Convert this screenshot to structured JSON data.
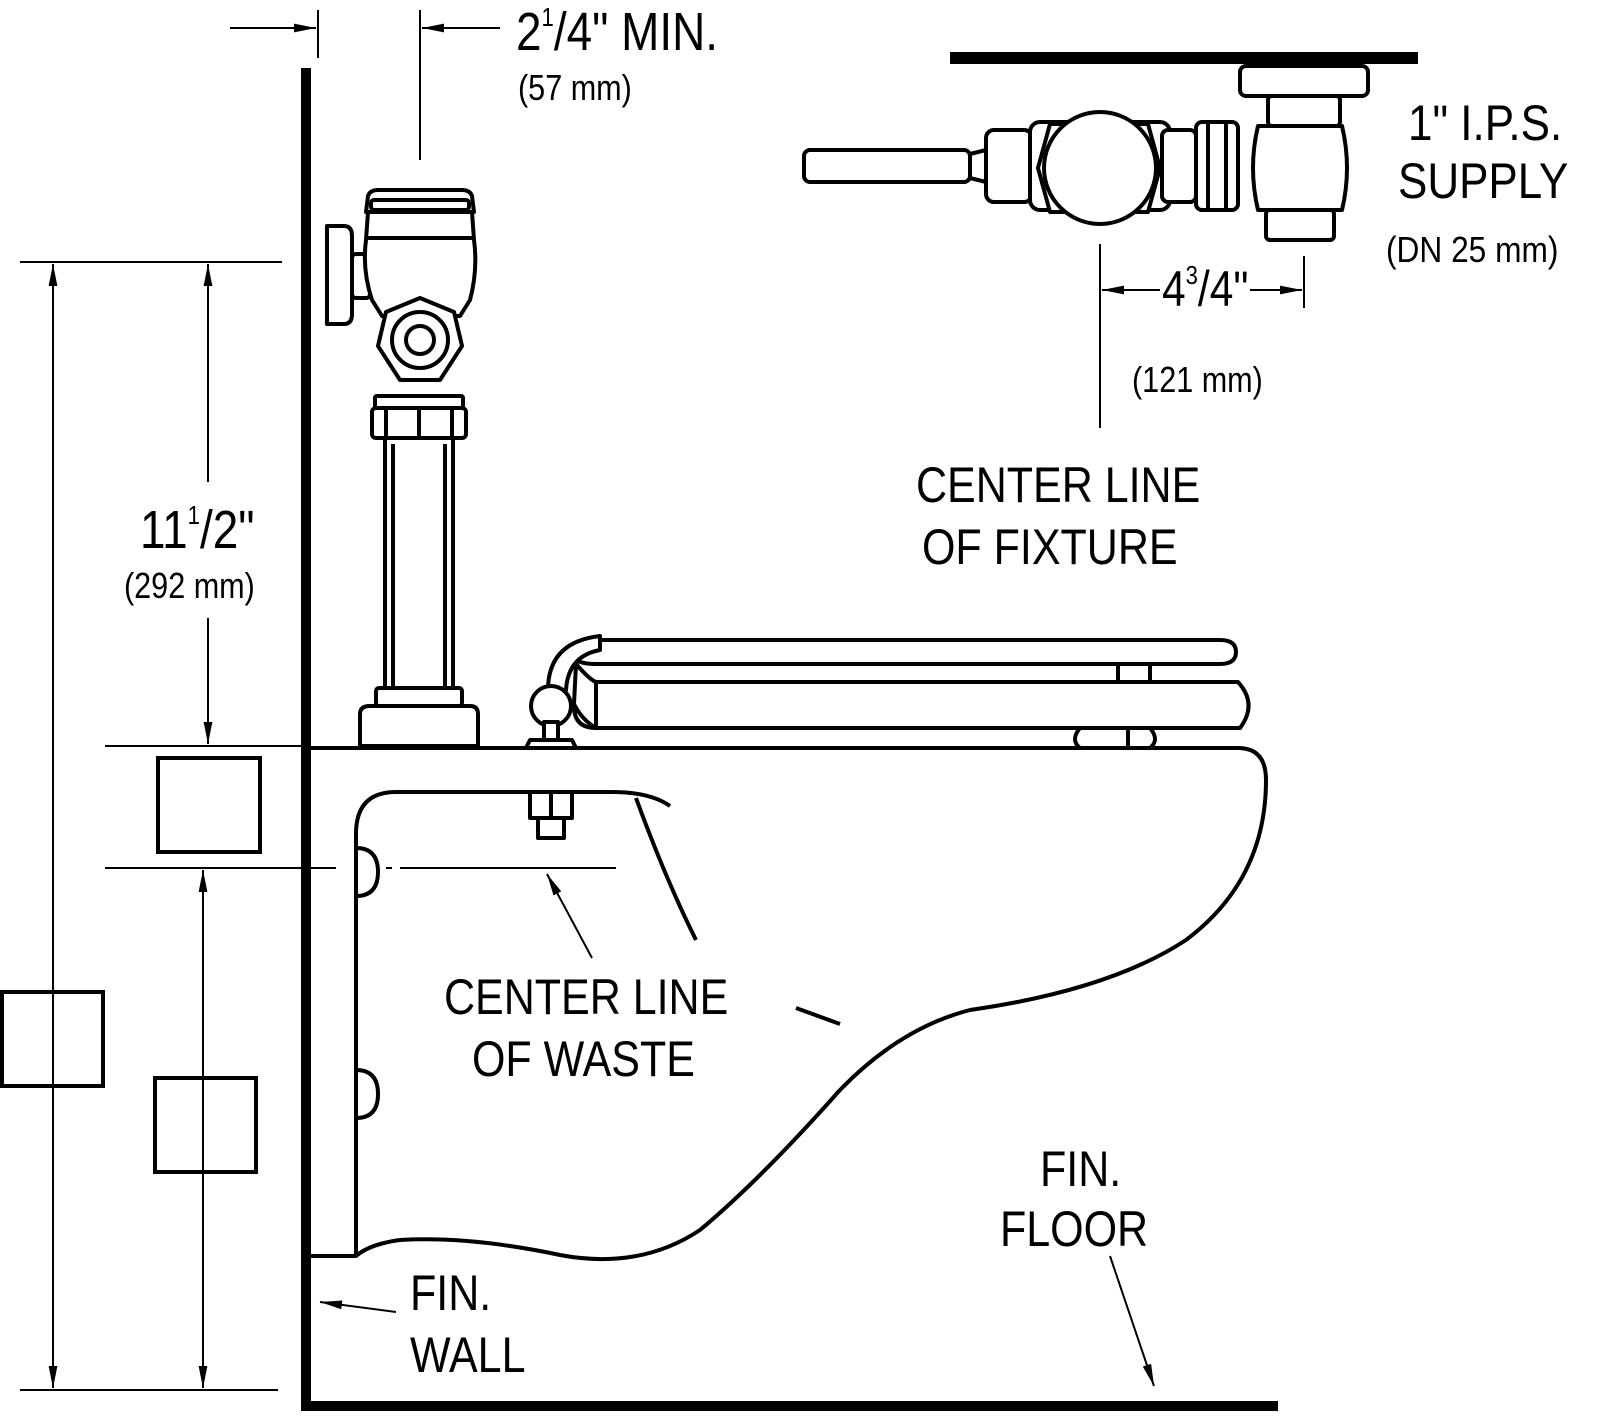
{
  "colors": {
    "ink": "#000000",
    "paper": "#ffffff"
  },
  "dimensions": {
    "wall_clearance": {
      "whole": "2",
      "num": "1",
      "den": "4",
      "suffix": "\" MIN.",
      "metric": "(57 mm)"
    },
    "supply_height": {
      "whole": "11",
      "num": "1",
      "den": "2",
      "suffix": "\"",
      "metric": "(292 mm)"
    },
    "supply_offset": {
      "whole": "4",
      "num": "3",
      "den": "4",
      "suffix": "\"",
      "metric": "(121 mm)"
    }
  },
  "labels": {
    "supply_line1": "1\"  I.P.S.",
    "supply_line2": "SUPPLY",
    "supply_line3": "(DN  25 mm)",
    "fixture_line1": "CENTER LINE",
    "fixture_line2": "OF  FIXTURE",
    "waste_line1": "CENTER LINE",
    "waste_line2": "OF  WASTE",
    "floor_line1": "FIN.",
    "floor_line2": "FLOOR",
    "wall_line1": "FIN.",
    "wall_line2": "WALL"
  }
}
